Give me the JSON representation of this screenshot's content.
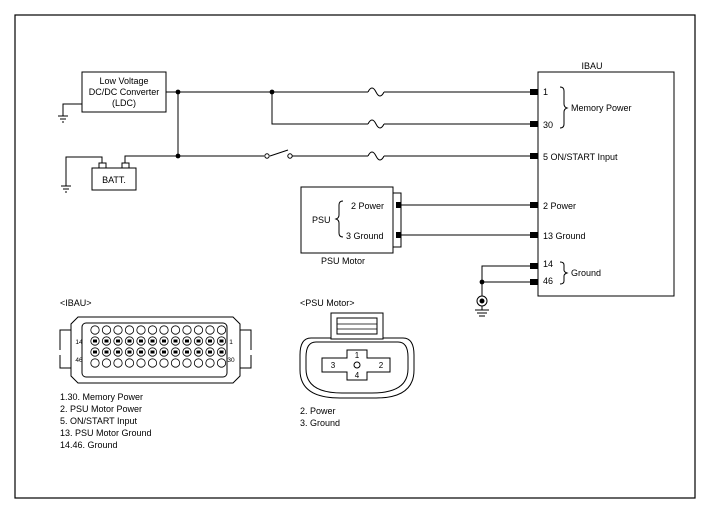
{
  "ldc": {
    "line1": "Low Voltage",
    "line2": "DC/DC Converter",
    "line3": "(LDC)"
  },
  "battery": {
    "label": "BATT."
  },
  "ibau": {
    "title": "IBAU",
    "pins": {
      "p1": "1",
      "p30": "30",
      "p5": "5 ON/START Input",
      "p2": "2 Power",
      "p13": "13 Ground",
      "p14": "14",
      "p46": "46"
    },
    "memory_power": "Memory Power",
    "ground": "Ground"
  },
  "psu": {
    "label": "PSU",
    "pin2": "2 Power",
    "pin3": "3 Ground",
    "caption": "PSU Motor"
  },
  "ibau_connector": {
    "title": "<IBAU>",
    "corner_pins": {
      "tl": "14",
      "tr": "1",
      "bl": "46",
      "br": "30"
    },
    "legend": [
      "1.30. Memory Power",
      "2. PSU Motor Power",
      "5. ON/START Input",
      "13. PSU Motor Ground",
      "14.46. Ground"
    ]
  },
  "psu_connector": {
    "title": "<PSU Motor>",
    "pins": {
      "p1": "1",
      "p2": "2",
      "p3": "3",
      "p4": "4"
    },
    "legend": [
      "2. Power",
      "3. Ground"
    ]
  }
}
